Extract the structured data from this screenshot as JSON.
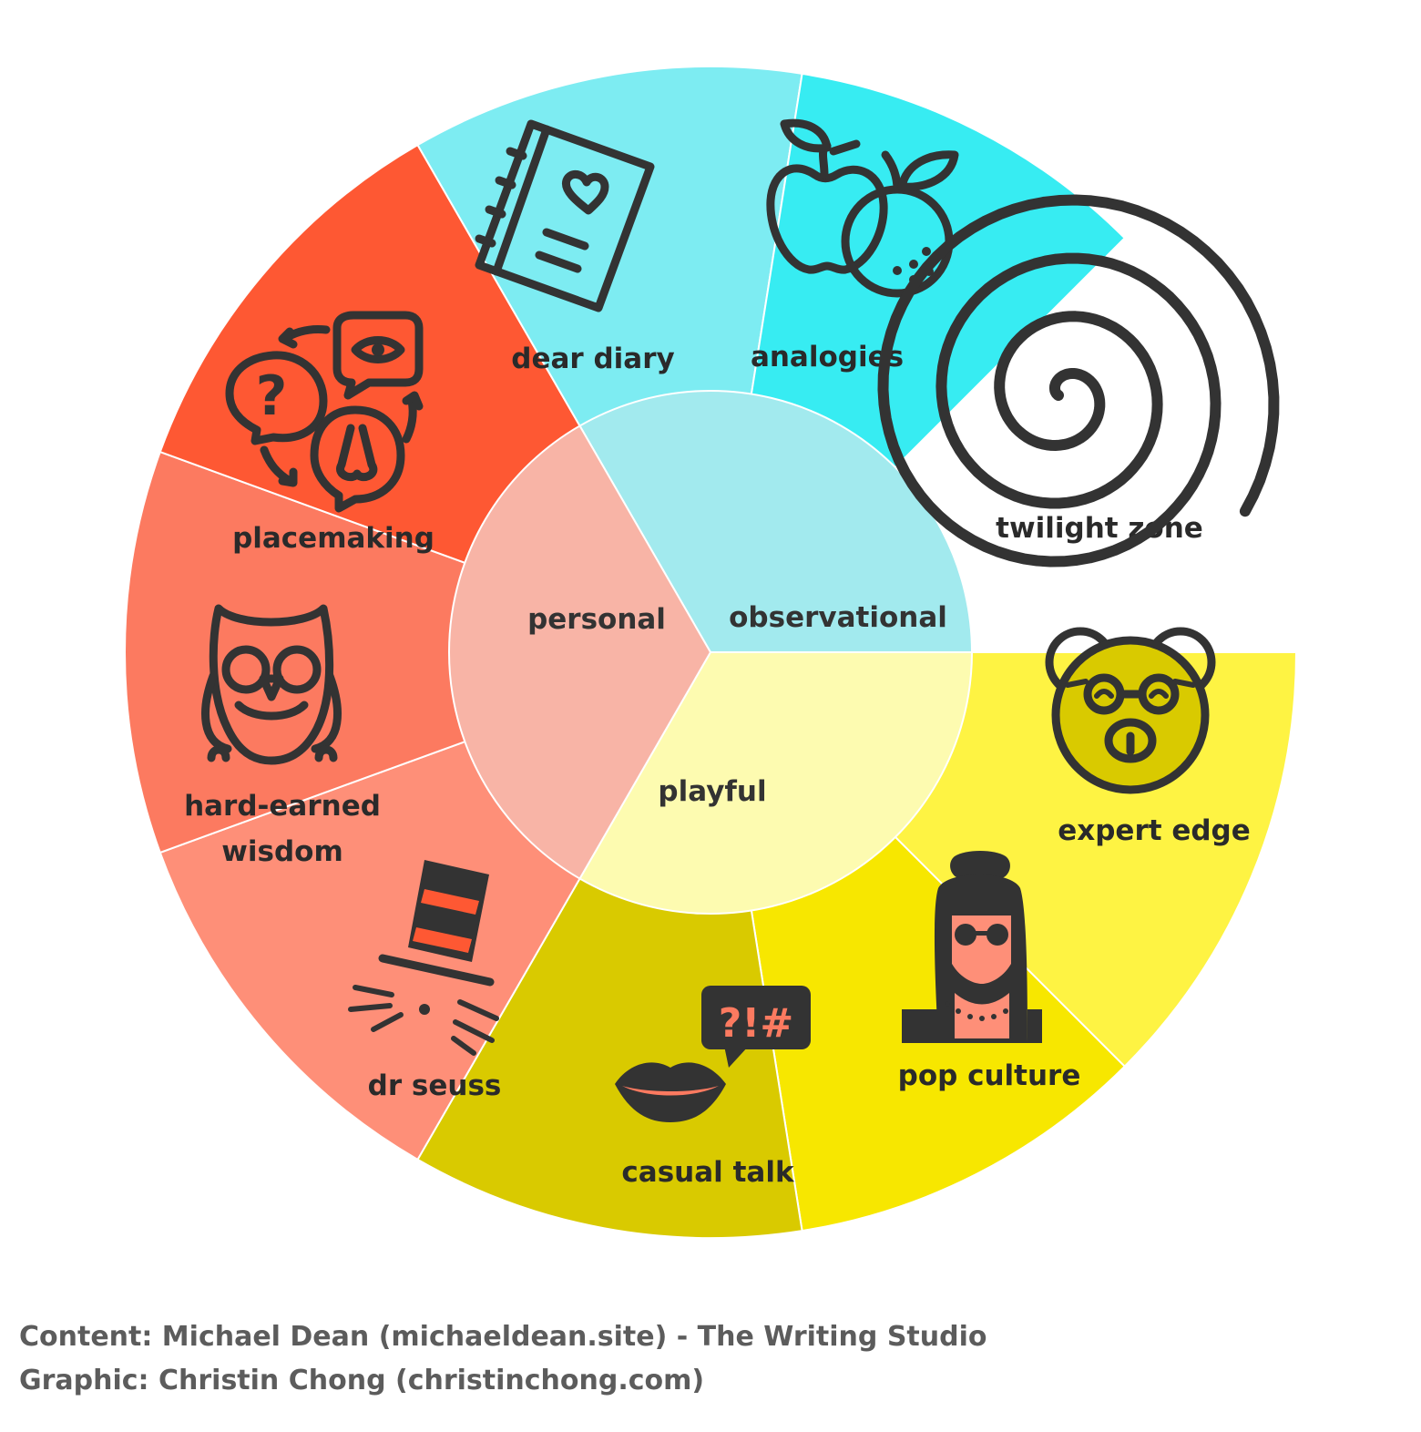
{
  "colors": {
    "personal_hub": "#a2eaee",
    "observational_hub": "#fdfbb0",
    "playful_hub": "#f8b4a6",
    "dear_diary": "#05dfee",
    "placemaking": "#37ecf2",
    "hard_earned_wisdom": "#7decf2",
    "analogies": "#fef343",
    "twilight_zone": "#f7e700",
    "expert_edge": "#d9ca00",
    "pop_culture": "#fe8f78",
    "casual_talk": "#fc7a60",
    "dr_seuss": "#fe5833",
    "icon": "#333333"
  },
  "hubs": {
    "personal": "personal",
    "observational": "observational",
    "playful": "playful"
  },
  "segments": {
    "dear_diary": {
      "label": "dear diary",
      "icon": "heart-diary-icon"
    },
    "analogies": {
      "label": "analogies",
      "icon": "apple-orange-icon"
    },
    "twilight_zone": {
      "label": "twilight zone",
      "icon": "spiral-icon"
    },
    "expert_edge": {
      "label": "expert edge",
      "icon": "nerd-bear-icon"
    },
    "pop_culture": {
      "label": "pop culture",
      "icon": "celebrity-icon"
    },
    "casual_talk": {
      "label": "casual talk",
      "icon": "lips-speech-bubble-icon"
    },
    "dr_seuss": {
      "label": "dr seuss",
      "icon": "cat-in-hat-icon"
    },
    "hard_earned_wisdom": {
      "label_line1": "hard-earned",
      "label_line2": "wisdom",
      "icon": "owl-icon"
    },
    "placemaking": {
      "label": "placemaking",
      "icon": "senses-cycle-icon"
    }
  },
  "icon_text": {
    "exclaim": "?!#",
    "question": "?"
  },
  "credits": {
    "content": "Content: Michael Dean (michaeldean.site) - The Writing Studio",
    "graphic": "Graphic: Christin Chong (christinchong.com)"
  }
}
